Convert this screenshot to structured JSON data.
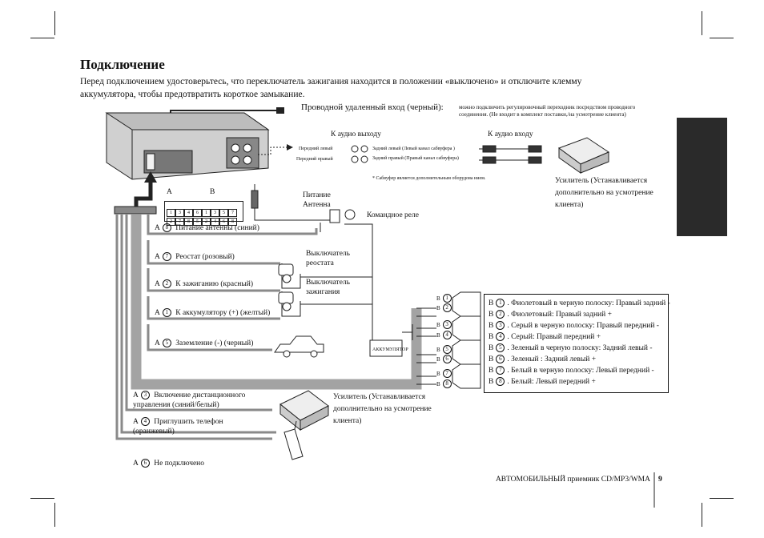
{
  "page": {
    "title": "Подключение",
    "intro": "Перед подключением удостоверьтесь, что переключатель зажигания находится в положении «выключено» и отключите клемму аккумулятора, чтобы предотвратить короткое замыкание.",
    "footer": "АВТОМОБИЛЬНЫЙ приемник CD/MP3/WMA",
    "page_number": "9"
  },
  "remote_input": {
    "label": "Проводной удаленный вход (черный):",
    "note": "можно подключить регулировочный переходник посредством проводного соединения. (Не входит в комплект поставки,/на усмотрение клиента)"
  },
  "audio": {
    "out_label": "К аудио выходу",
    "in_label": "К аудио входу",
    "front_left": "Передний левый",
    "front_right": "Передний правый",
    "rear_left": "Задний левый (Левый канал сабвуфера )",
    "rear_right": "Задний правый (Правый канал сабвуфера)",
    "sub_note": "* Сабвуфер является дополнительным оборудова нием.",
    "amp1": "Усилитель (Устанавливается дополнительно на усмотрение клиента)"
  },
  "connector": {
    "label_a": "A",
    "label_b": "B",
    "pins_top": [
      "1",
      "3",
      "4",
      "6",
      "1",
      "3",
      "5",
      "7"
    ],
    "pins_bottom": [
      "2",
      "7",
      "8",
      "5",
      "2",
      "4",
      "6",
      "8"
    ]
  },
  "wires": {
    "a8": {
      "letter": "A",
      "num": "8",
      "label": "Питание антенны (синий)"
    },
    "a7": {
      "letter": "A",
      "num": "7",
      "label": "Реостат (розовый)"
    },
    "a2": {
      "letter": "A",
      "num": "2",
      "label": "К зажиганию (красный)"
    },
    "a1": {
      "letter": "A",
      "num": "1",
      "label": "К аккумулятору (+) (желтый)"
    },
    "a5": {
      "letter": "A",
      "num": "5",
      "label": "Заземление (-) (черный)"
    },
    "a3": {
      "letter": "A",
      "num": "3",
      "label": "Включение дистанционного управления (синий/белый)"
    },
    "a4": {
      "letter": "A",
      "num": "4",
      "label": "Приглушить телефон (оранжевый)"
    },
    "a6": {
      "letter": "A",
      "num": "6",
      "label": "Не подключено"
    }
  },
  "components": {
    "antenna_power": "Питание Антенна",
    "relay": "Командное реле",
    "rheostat_switch": "Выключатель реостата",
    "ignition_switch": "Выключатель зажигания",
    "battery": "АККУМУЛЯТОР",
    "amp2": "Усилитель (Устанавливается дополнительно на усмотрение клиента)"
  },
  "speakers": {
    "prefix": "B",
    "nums": [
      "1",
      "2",
      "3",
      "4",
      "5",
      "6",
      "7",
      "8"
    ],
    "items": [
      {
        "num": "1",
        "text": ". Фиолетовый в черную полоску: Правый задний -"
      },
      {
        "num": "2",
        "text": ". Фиолетовый: Правый задний +"
      },
      {
        "num": "3",
        "text": ". Серый в черную полоску: Правый передний -"
      },
      {
        "num": "4",
        "text": ". Серый: Правый передний +"
      },
      {
        "num": "5",
        "text": ". Зеленый в черную полоску: Задний левый -"
      },
      {
        "num": "6",
        "text": ". Зеленый : Задний левый +"
      },
      {
        "num": "7",
        "text": ". Белый в черную полоску: Левый передний -"
      },
      {
        "num": "8",
        "text": ". Белый: Левый передний +"
      }
    ]
  },
  "colors": {
    "harness": "#a3a3a3",
    "wire": "#8a8a8a",
    "dark": "#222222",
    "tab": "#2a2a2a"
  }
}
